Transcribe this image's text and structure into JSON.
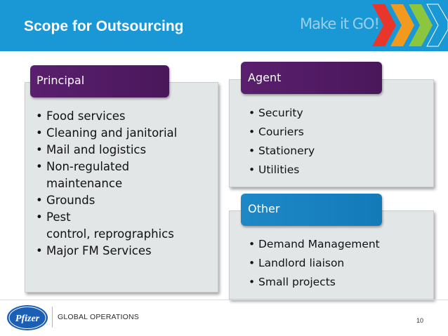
{
  "header": {
    "title": "Scope for Outsourcing",
    "tagline": "Make it GO!",
    "chevron_colors": [
      "#e8362a",
      "#f29a1d",
      "#8cc63f",
      "#1a98d5"
    ]
  },
  "sections": {
    "principal": {
      "label": "Principal",
      "items": [
        "Food services",
        "Cleaning and janitorial",
        "Mail and logistics",
        "Non-regulated",
        "maintenance",
        "Grounds",
        "Pest",
        "control, reprographics",
        "Major FM Services"
      ]
    },
    "agent": {
      "label": "Agent",
      "items": [
        "Security",
        "Couriers",
        "Stationery",
        "Utilities"
      ]
    },
    "other": {
      "label": "Other",
      "items": [
        "Demand Management",
        "Landlord liaison",
        "Small projects"
      ]
    }
  },
  "footer": {
    "logo_text": "Pfizer",
    "division": "GLOBAL OPERATIONS",
    "page_number": "10"
  },
  "colors": {
    "header_blue": "#1a98d5",
    "tab_purple": "#5a1f6e",
    "tab_blue": "#1e88c7",
    "card_gray": "#e3e6e7"
  }
}
